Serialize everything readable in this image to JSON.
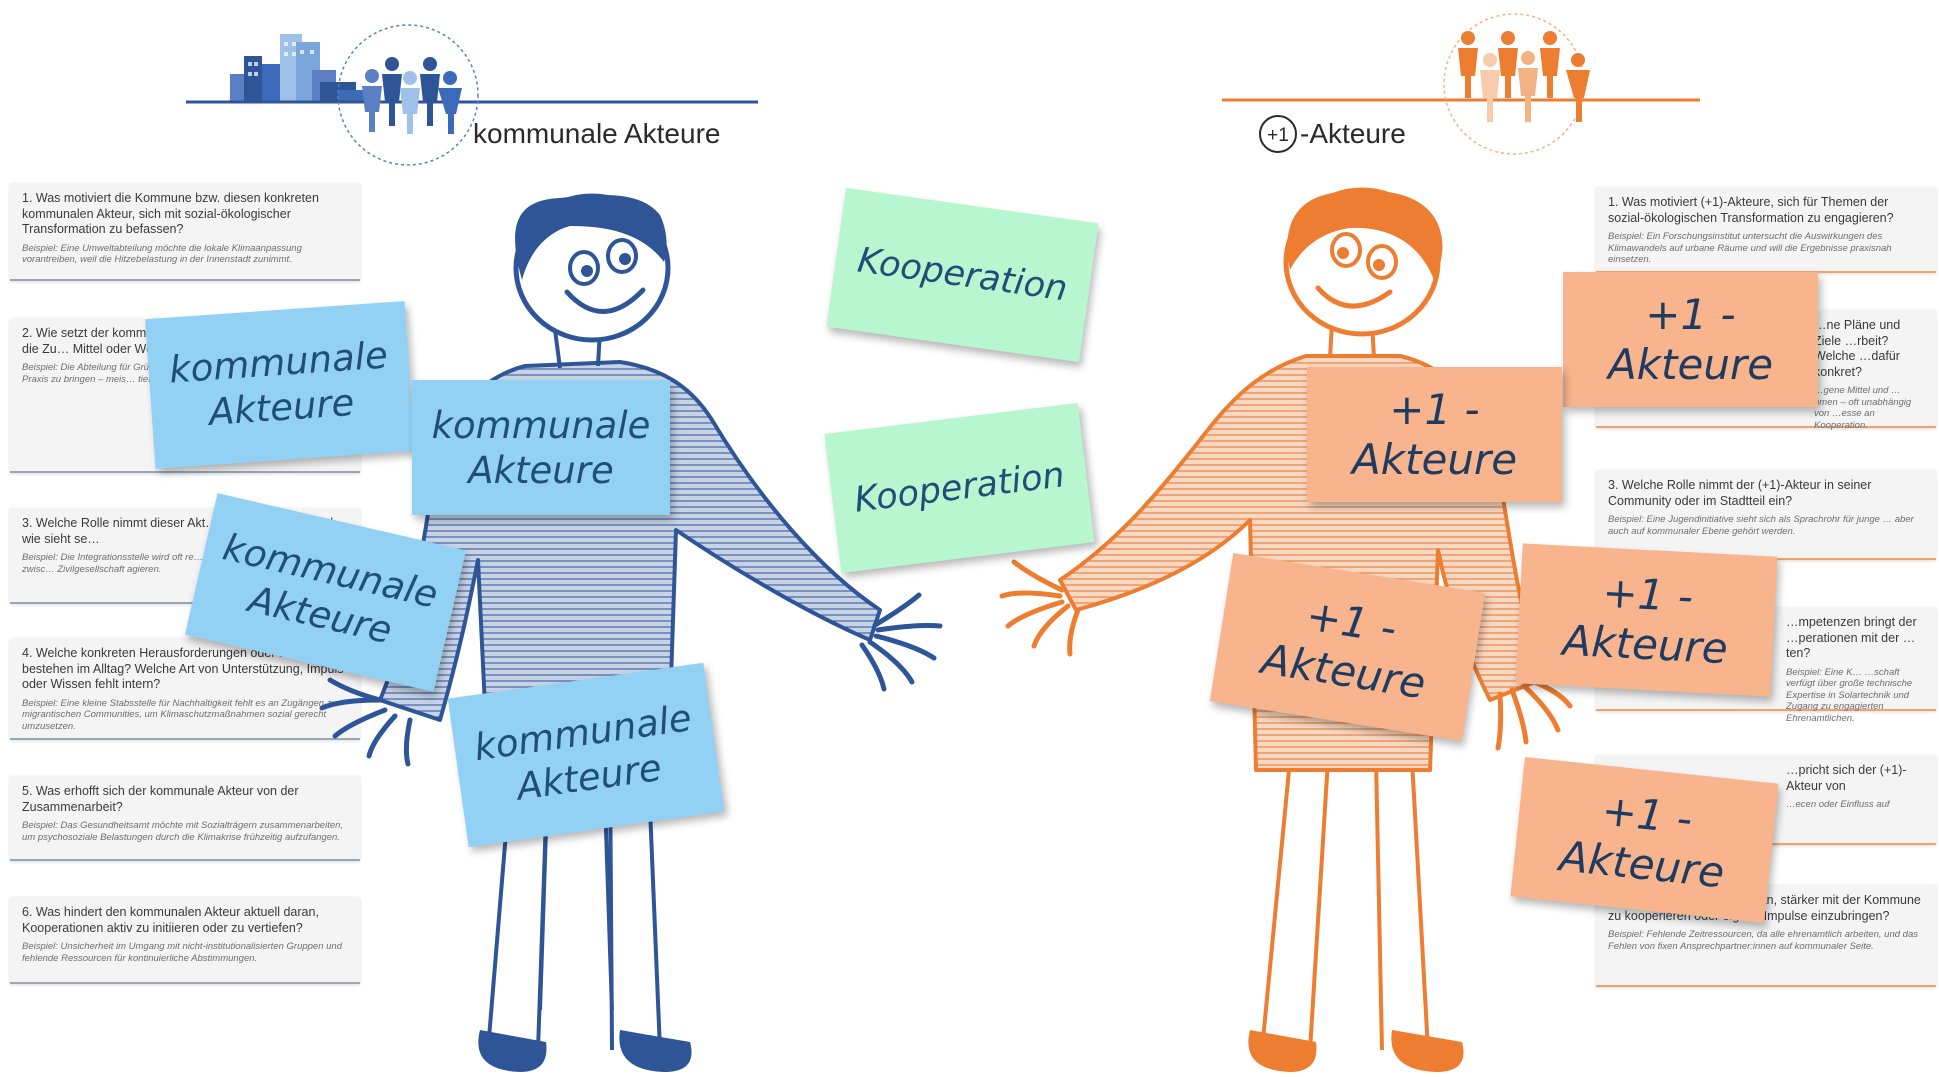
{
  "header": {
    "left_title": "kommunale Akteure",
    "right_title_badge": "+1",
    "right_title_suffix": "-Akteure"
  },
  "left_questions": [
    {
      "q": "1. Was motiviert die Kommune bzw. diesen konkreten kommunalen Akteur, sich mit sozial-ökologischer Transformation zu befassen?",
      "ex": "Beispiel: Eine Umweltabteilung möchte die lokale Klimaanpassung vorantreiben, weil die Hitzebelastung in der Innenstadt zunimmt."
    },
    {
      "q": "2. Wie setzt der komm… und Ziele um? Wie gestaltet er die Zu… Mittel oder Wege nutzt…",
      "ex": "Beispiel: Die Abteilung für Grü… Pflanzaktionen mit Schulen un… in die Praxis zu bringen – meis… tiefergehende Partnerschaften…"
    },
    {
      "q": "3. Welche Rolle nimmt dieser Akt… Kommune ein – und wie sieht se…",
      "ex": "Beispiel: Die Integrationsstelle wird oft re… gesehen, möchte aber als Brücke zwisc… Zivilgesellschaft agieren."
    },
    {
      "q": "4. Welche konkreten Herausforderungen oder Bedarfe bestehen im Alltag? Welche Art von Unterstützung, Impuls oder Wissen fehlt intern?",
      "ex": "Beispiel: Eine kleine Stabsstelle für Nachhaltigkeit fehlt es an Zugängen zu migrantischen Communities, um Klimaschutzmaßnahmen sozial gerecht umzusetzen."
    },
    {
      "q": "5. Was erhofft sich der kommunale Akteur von der Zusammenarbeit?",
      "ex": "Beispiel: Das Gesundheitsamt möchte mit Sozialträgern zusammenarbeiten, um psychosoziale Belastungen durch die Klimakrise frühzeitig aufzufangen."
    },
    {
      "q": "6. Was hindert den kommunalen Akteur aktuell daran, Kooperationen aktiv zu initiieren oder zu vertiefen?",
      "ex": "Beispiel: Unsicherheit im Umgang mit nicht-institutionalisierten Gruppen und fehlende Ressourcen für kontinuierliche Abstimmungen."
    }
  ],
  "right_questions": [
    {
      "q": "1. Was motiviert (+1)-Akteure, sich für Themen der sozial-ökologischen Transformation zu engagieren?",
      "ex": "Beispiel: Ein Forschungsinstitut untersucht die Auswirkungen des Klimawandels auf urbane Räume und will die Ergebnisse praxisnah einsetzen."
    },
    {
      "q": "…ne Pläne und Ziele …rbeit? Welche …dafür konkret?",
      "ex": "…gene Mittel und …hmen – oft unabhängig von …esse an Kooperation."
    },
    {
      "q": "3. Welche Rolle nimmt der (+1)-Akteur in seiner Community oder im Stadtteil ein?",
      "ex": "Beispiel: Eine Jugendinitiative sieht sich als Sprachrohr für junge … aber auch auf kommunaler Ebene gehört werden."
    },
    {
      "q": "…mpetenzen bringt der …perationen mit der …ten?",
      "ex": "Beispiel: Eine K… …schaft verfügt über große technische Expertise in Solartechnik und Zugang zu engagierten Ehrenamtlichen."
    },
    {
      "q": "…pricht sich der (+1)-Akteur von",
      "ex": "…ecen oder Einfluss auf"
    },
    {
      "q": "6. Was hindert d… …ur daran, stärker mit der Kommune zu kooperieren oder eigene Impulse einzubringen?",
      "ex": "Beispiel: Fehlende Zeitressourcen, da alle ehrenamtlich arbeiten, und das Fehlen von fixen Ansprechpartner:innen auf kommunaler Seite."
    }
  ],
  "notes": {
    "kommunale": "kommunale\nAkteure",
    "kooperation": "Kooperation",
    "plus_one": "+1 -\nAkteure"
  },
  "colors": {
    "blue_person": "#2e5597",
    "orange_person": "#ed7d31",
    "blue_note": "#92d1f3",
    "green_note": "#b8f6cf",
    "orange_note": "#f8b58d"
  }
}
